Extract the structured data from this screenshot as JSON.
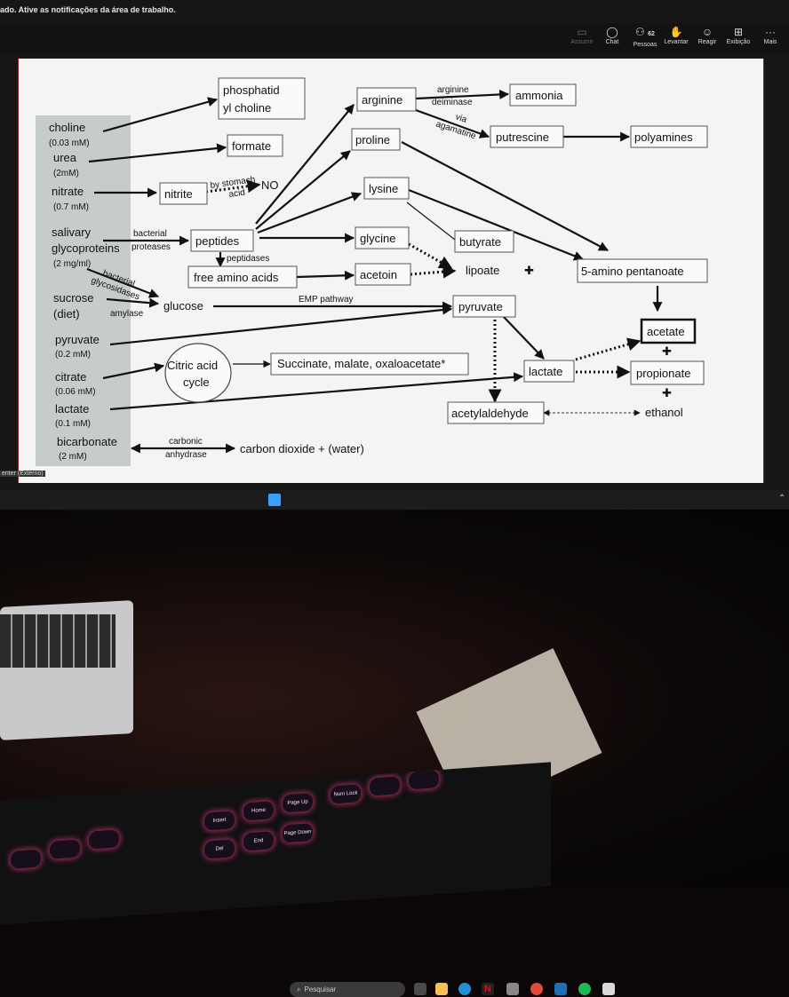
{
  "notification_banner": "ado. Ative as notificações da área de trabalho.",
  "meeting_toolbar": {
    "items": [
      {
        "label": "Assumir",
        "icon": "share-screen-icon",
        "disabled": true
      },
      {
        "label": "Chat",
        "icon": "chat-icon"
      },
      {
        "label": "Pessoas",
        "icon": "people-icon",
        "badge": "62"
      },
      {
        "label": "Levantar",
        "icon": "raise-hand-icon"
      },
      {
        "label": "Reagir",
        "icon": "react-icon"
      },
      {
        "label": "Exibição",
        "icon": "view-icon"
      },
      {
        "label": "Mais",
        "icon": "more-icon"
      }
    ]
  },
  "diagram": {
    "sources": [
      {
        "name": "choline",
        "conc": "(0.03 mM)"
      },
      {
        "name": "urea",
        "conc": "(2mM)"
      },
      {
        "name": "nitrate",
        "conc": "(0.7 mM)"
      },
      {
        "name": "salivary",
        "name2": "glycoproteins",
        "conc": "(2 mg/ml)"
      },
      {
        "name": "sucrose",
        "name2": "(diet)"
      },
      {
        "name": "pyruvate",
        "conc": "(0.2 mM)"
      },
      {
        "name": "citrate",
        "conc": "(0.06 mM)"
      },
      {
        "name": "lactate",
        "conc": "(0.1 mM)"
      },
      {
        "name": "bicarbonate",
        "conc": "(2 mM)"
      }
    ],
    "nodes": {
      "phosphatidylcholine_1": "phosphatid",
      "phosphatidylcholine_2": "yl choline",
      "formate": "formate",
      "nitrite": "nitrite",
      "no": "NO",
      "peptides": "peptides",
      "free_amino_acids": "free amino acids",
      "glucose": "glucose",
      "citric_acid_1": "Citric acid",
      "citric_acid_2": "cycle",
      "succinate": "Succinate, malate, oxaloacetate*",
      "carbon_dioxide": "carbon dioxide + (water)",
      "arginine": "arginine",
      "ammonia": "ammonia",
      "proline": "proline",
      "putrescine": "putrescine",
      "polyamines": "polyamines",
      "lysine": "lysine",
      "glycine": "glycine",
      "butyrate": "butyrate",
      "acetoin": "acetoin",
      "lipoate": "lipoate",
      "aminopentanoate": "5-amino pentanoate",
      "pyruvate": "pyruvate",
      "acetate": "acetate",
      "lactate": "lactate",
      "propionate": "propionate",
      "acetylaldehyde": "acetylaldehyde",
      "ethanol": "ethanol"
    },
    "labels": {
      "stomach_1": "by stomach",
      "stomach_2": "acid",
      "bacterial_proteases_1": "bacterial",
      "bacterial_proteases_2": "proteases",
      "peptidases": "peptidases",
      "bacterial_glycosidases_1": "bacterial",
      "bacterial_glycosidases_2": "glycosidases",
      "amylase": "amylase",
      "emp": "EMP pathway",
      "arginine_deiminase_1": "arginine",
      "arginine_deiminase_2": "deiminase",
      "via_agamatine_1": "via",
      "via_agamatine_2": "agamatine",
      "carbonic_anhydrase_1": "carbonic",
      "carbonic_anhydrase_2": "anhydrase",
      "plus": "✚"
    }
  },
  "presenter_tag": "enter (Externo)",
  "taskbar": {
    "search_placeholder": "Pesquisar"
  },
  "keyboard_keys": [
    "Page Up",
    "Page Down",
    "Home",
    "End",
    "Del",
    "Insert",
    "Num Lock"
  ]
}
